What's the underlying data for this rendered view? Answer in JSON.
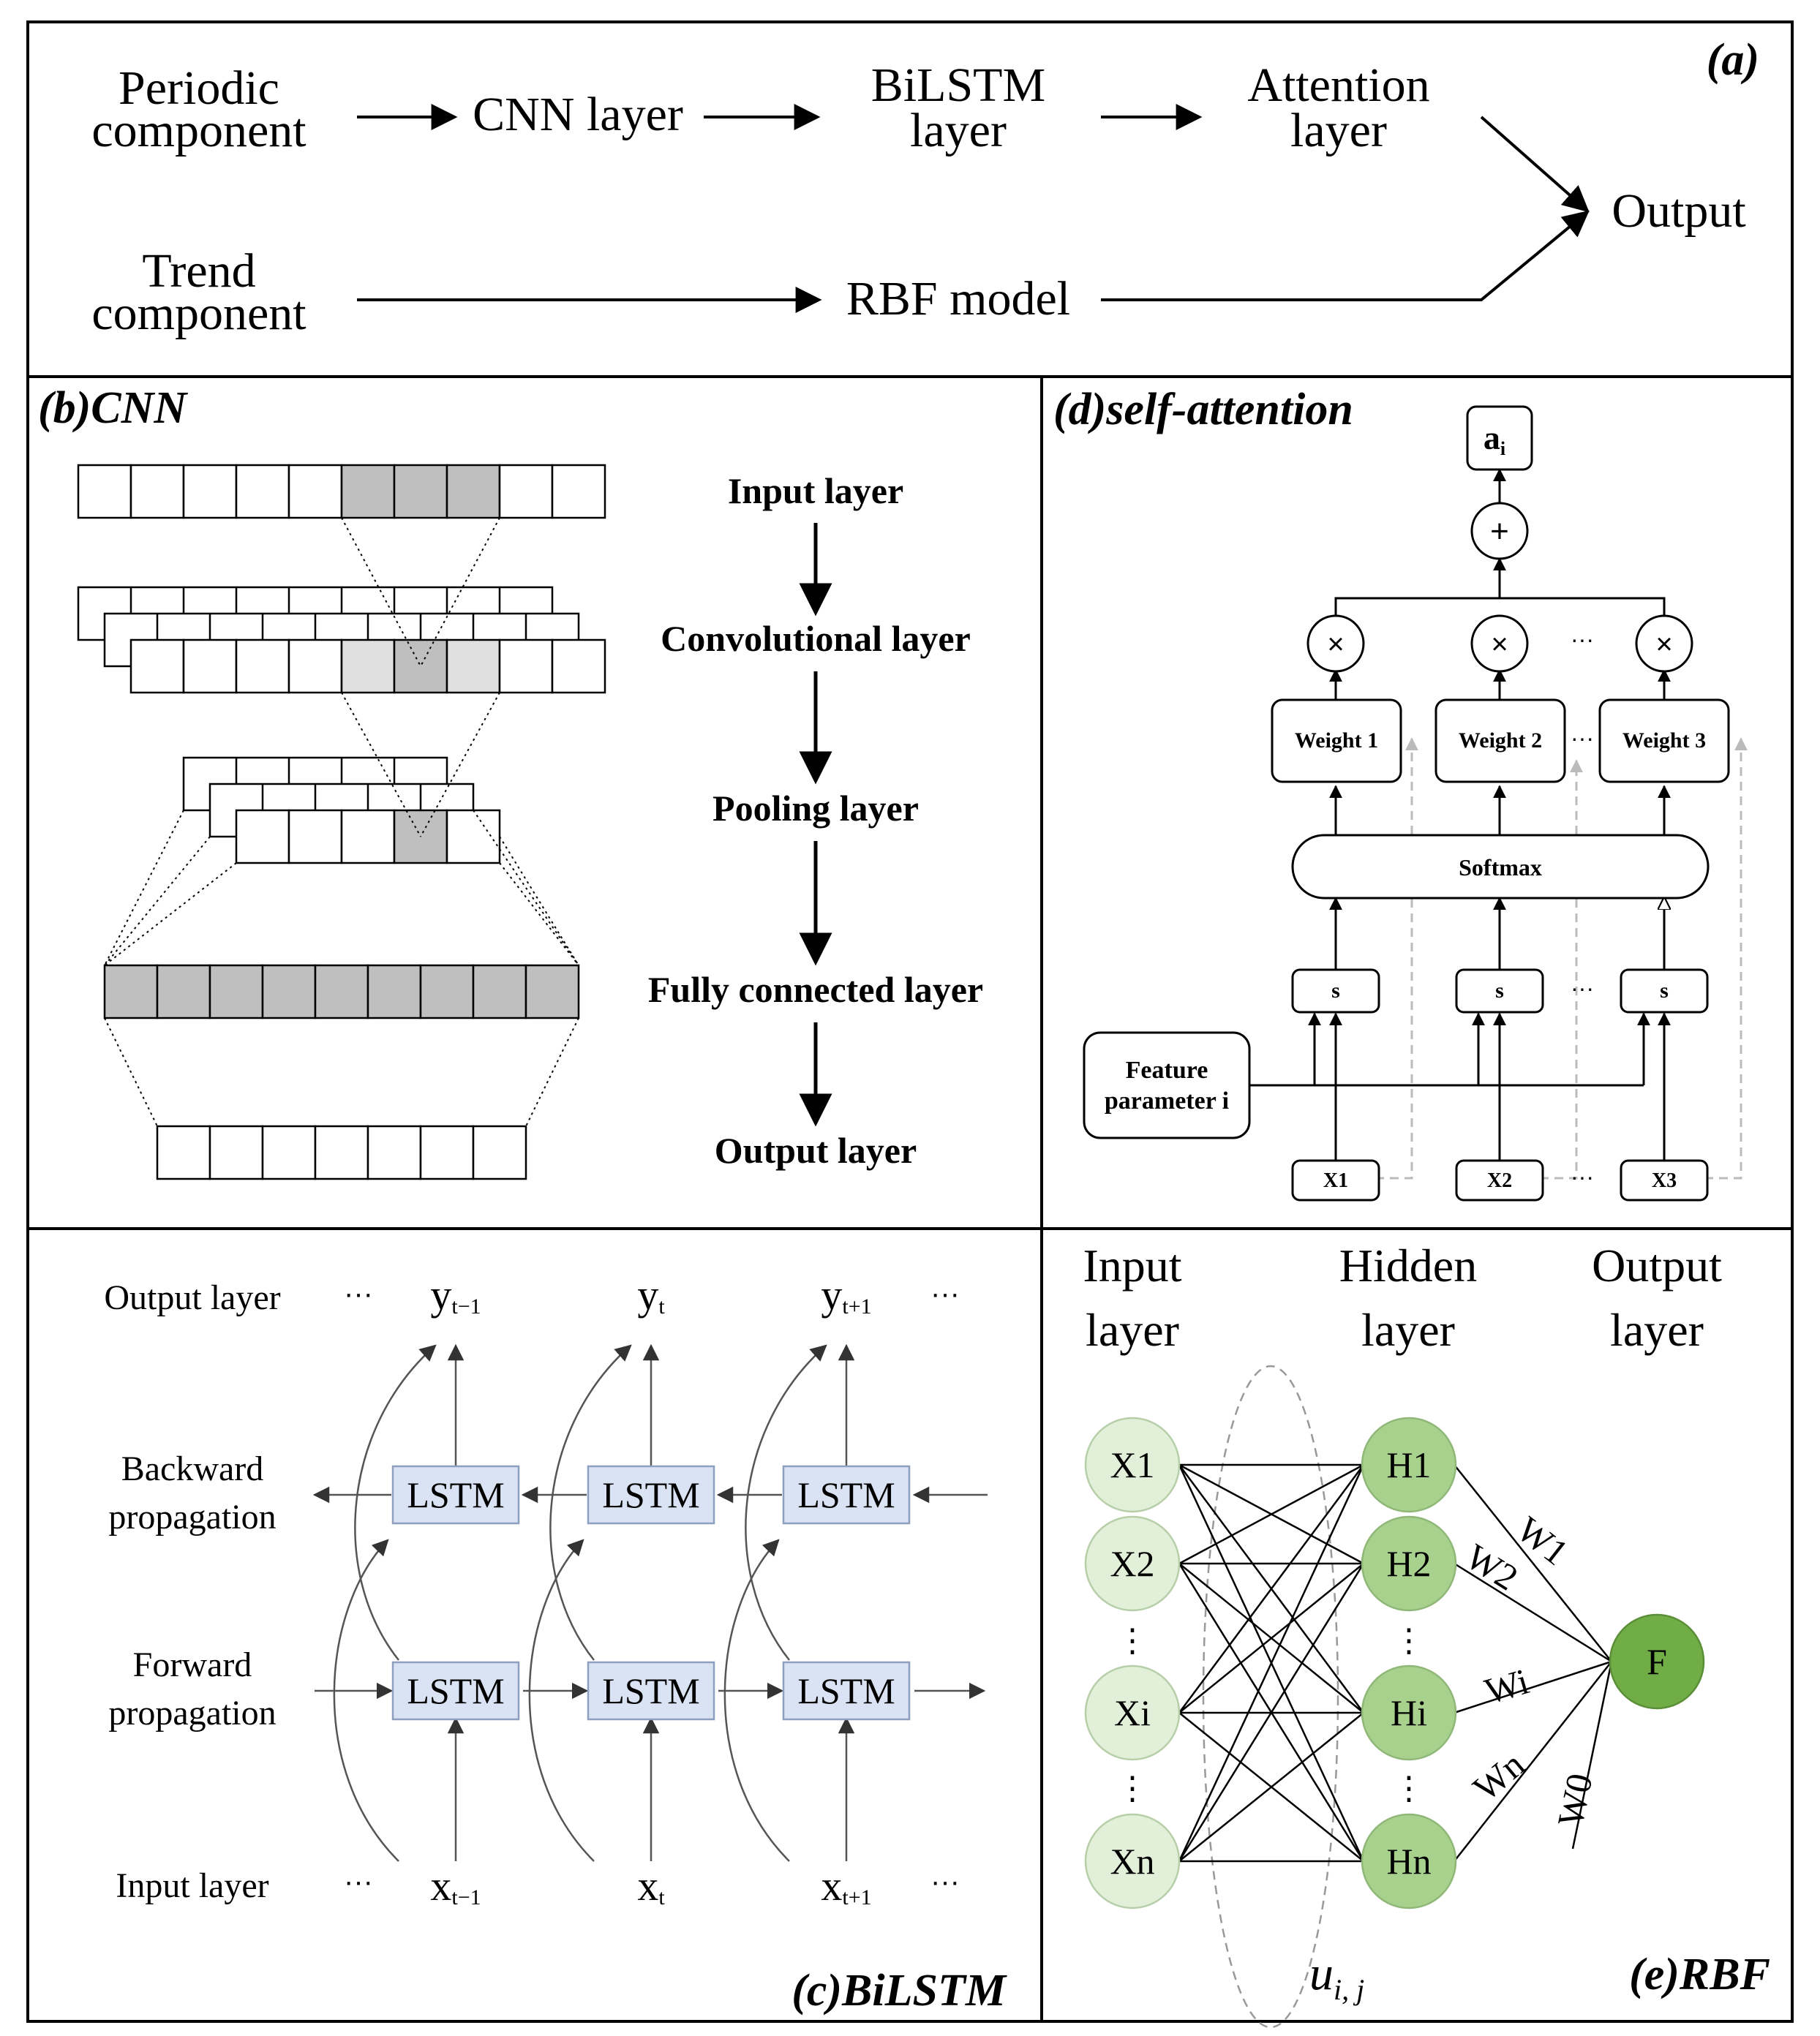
{
  "panel_a": {
    "label": "(a)",
    "periodic_line1": "Periodic",
    "periodic_line2": "component",
    "cnn": "CNN layer",
    "bilstm_line1": "BiLSTM",
    "bilstm_line2": "layer",
    "attention_line1": "Attention",
    "attention_line2": "layer",
    "trend_line1": "Trend",
    "trend_line2": "component",
    "rbf": "RBF model",
    "output": "Output"
  },
  "panel_b": {
    "label": "(b)CNN",
    "steps": [
      "Input layer",
      "Convolutional layer",
      "Pooling layer",
      "Fully connected layer",
      "Output layer"
    ]
  },
  "panel_c": {
    "label": "(c)BiLSTM",
    "rows": {
      "output": "Output layer",
      "backward_line1": "Backward",
      "backward_line2": "propagation",
      "forward_line1": "Forward",
      "forward_line2": "propagation",
      "input": "Input layer"
    },
    "cell_label": "LSTM",
    "ellipsis": "···",
    "outputs": [
      {
        "base": "y",
        "sub": "t−1"
      },
      {
        "base": "y",
        "sub": "t"
      },
      {
        "base": "y",
        "sub": "t+1"
      }
    ],
    "inputs": [
      {
        "base": "x",
        "sub": "t−1"
      },
      {
        "base": "x",
        "sub": "t"
      },
      {
        "base": "x",
        "sub": "t+1"
      }
    ]
  },
  "panel_d": {
    "label": "(d)self-attention",
    "output_base": "a",
    "output_sub": "i",
    "plus": "+",
    "times": "×",
    "ellipsis": "···",
    "weights": [
      "Weight 1",
      "Weight 2",
      "Weight 3"
    ],
    "softmax": "Softmax",
    "score": "s",
    "feature_line1": "Feature",
    "feature_line2": "parameter i",
    "inputs": [
      "X1",
      "X2",
      "X3"
    ]
  },
  "panel_e": {
    "label": "(e)RBF",
    "col_input_line1": "Input",
    "col_input_line2": "layer",
    "col_hidden_line1": "Hidden",
    "col_hidden_line2": "layer",
    "col_output_line1": "Output",
    "col_output_line2": "layer",
    "inputs": [
      "X1",
      "X2",
      "Xi",
      "Xn"
    ],
    "hidden": [
      "H1",
      "H2",
      "Hi",
      "Hn"
    ],
    "dots": "⋮",
    "output": "F",
    "weights": [
      "W1",
      "W2",
      "Wi",
      "Wn",
      "W0"
    ],
    "u_base": "u",
    "u_sub": "i, j",
    "colors": {
      "input_fill": "#e2f0d9",
      "hidden_fill": "#a9d18e",
      "output_fill": "#70ad47",
      "node_stroke": "#8faa7a",
      "lstm_fill": "#dae3f3"
    }
  }
}
